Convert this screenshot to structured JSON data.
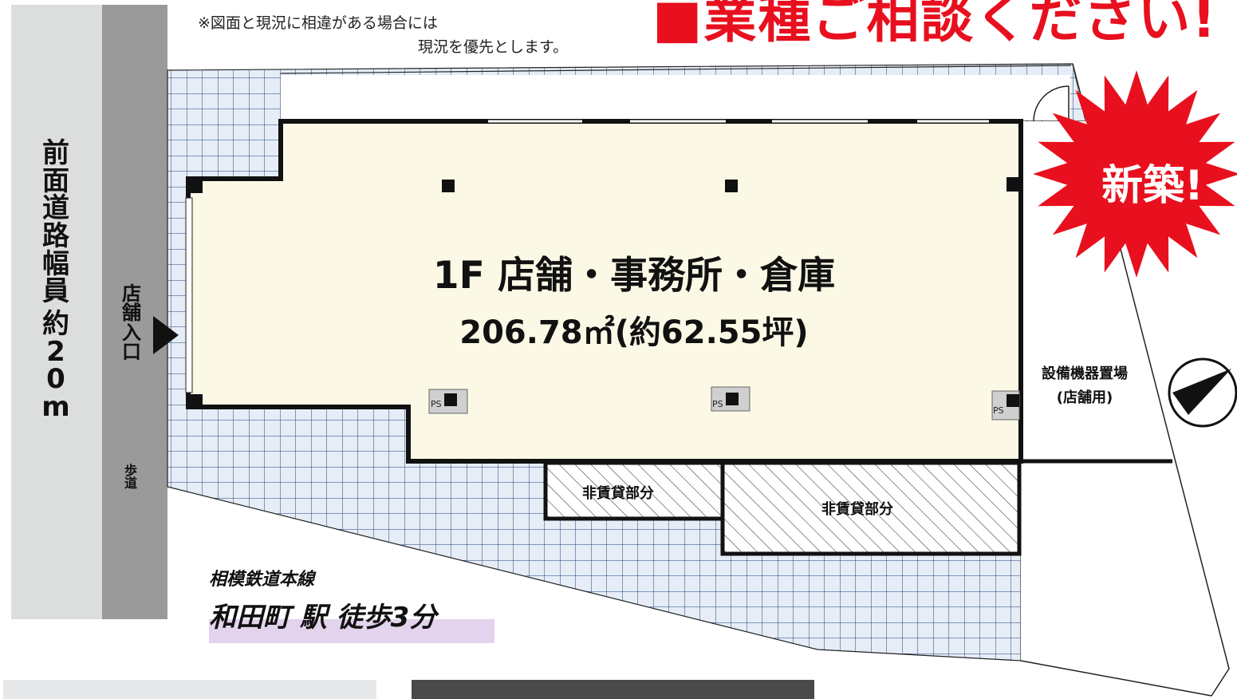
{
  "note": {
    "line1": "※図面と現況に相違がある場合には",
    "line2": "現況を優先とします。"
  },
  "headline": "■業種ご相談ください!",
  "badge": {
    "text": "新築!",
    "color": "#e8101e"
  },
  "road": {
    "width_label": "前面道路幅員 約20m"
  },
  "entrance": {
    "label": "店舗入口"
  },
  "sidewalk": {
    "label": "歩道"
  },
  "unit": {
    "title": "1F 店舗・事務所・倉庫",
    "area": "206.78㎡(約62.55坪)"
  },
  "ps_labels": [
    "PS",
    "PS",
    "PS"
  ],
  "non_rental": [
    "非賃貸部分",
    "非賃貸部分"
  ],
  "equipment": {
    "line1": "設備機器置場",
    "line2": "(店舗用)"
  },
  "station": {
    "line": "相模鉄道本線",
    "access": "和田町 駅 徒歩3分"
  },
  "compass": {
    "icon": "north-arrow-icon"
  },
  "colors": {
    "floor": "#fbf9e6",
    "tile": "#e6edf7",
    "tile_line": "#1f3f78",
    "road": "#dcdedd",
    "sidewalk": "#9a9a9a",
    "accent": "#e8101e",
    "station_highlight": "#e3d3ec"
  }
}
